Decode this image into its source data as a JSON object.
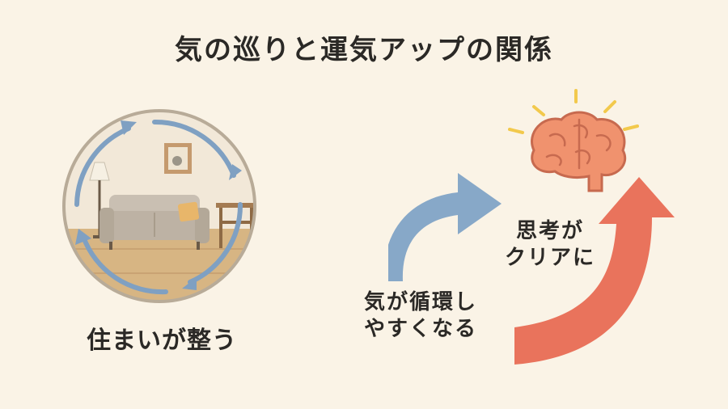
{
  "title": "気の巡りと運気アップの関係",
  "room": {
    "label": "住まいが整う"
  },
  "flow": {
    "line1": "気が循環し",
    "line2": "やすくなる"
  },
  "mind": {
    "line1": "思考が",
    "line2": "クリアに"
  },
  "colors": {
    "background": "#faf3e6",
    "blue_arrow": "#87a8c8",
    "red_arrow": "#e9735c",
    "brain": "#f0926e",
    "circle_border": "#b8ab98"
  },
  "icons": [
    "circular-arrows-icon",
    "sofa-icon",
    "lamp-icon",
    "picture-frame-icon",
    "table-icon",
    "brain-icon",
    "up-arrow-icon"
  ]
}
